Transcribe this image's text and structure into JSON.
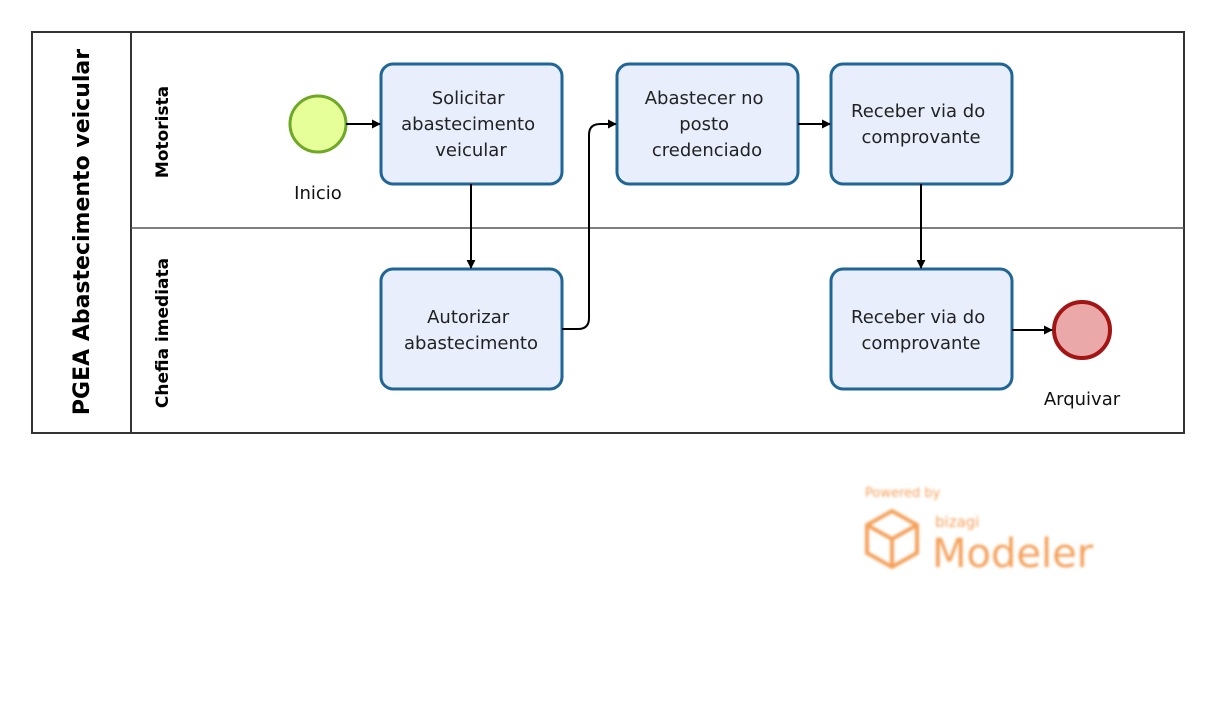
{
  "pool": {
    "title": "PGEA Abastecimento veicular"
  },
  "lanes": [
    {
      "id": "motorista",
      "label": "Motorista"
    },
    {
      "id": "chefia",
      "label": "Chefia imediata"
    }
  ],
  "events": {
    "start": {
      "label": "Inicio",
      "fill": "#e6ff99",
      "stroke": "#6ea826"
    },
    "end": {
      "label": "Arquivar",
      "fill": "#eba8a8",
      "stroke": "#a31515"
    }
  },
  "tasks": [
    {
      "id": "solicitar",
      "lines": [
        "Solicitar",
        "abastecimento",
        "veicular"
      ]
    },
    {
      "id": "abastecer",
      "lines": [
        "Abastecer no",
        "posto",
        "credenciado"
      ]
    },
    {
      "id": "receber-motorista",
      "lines": [
        "Receber via do",
        "comprovante"
      ]
    },
    {
      "id": "autorizar",
      "lines": [
        "Autorizar",
        "abastecimento"
      ]
    },
    {
      "id": "receber-chefia",
      "lines": [
        "Receber via do",
        "comprovante"
      ]
    }
  ],
  "watermark": {
    "powered_by": "Powered by",
    "brand": "bizagi",
    "product": "Modeler",
    "color": "#f5a25d"
  }
}
